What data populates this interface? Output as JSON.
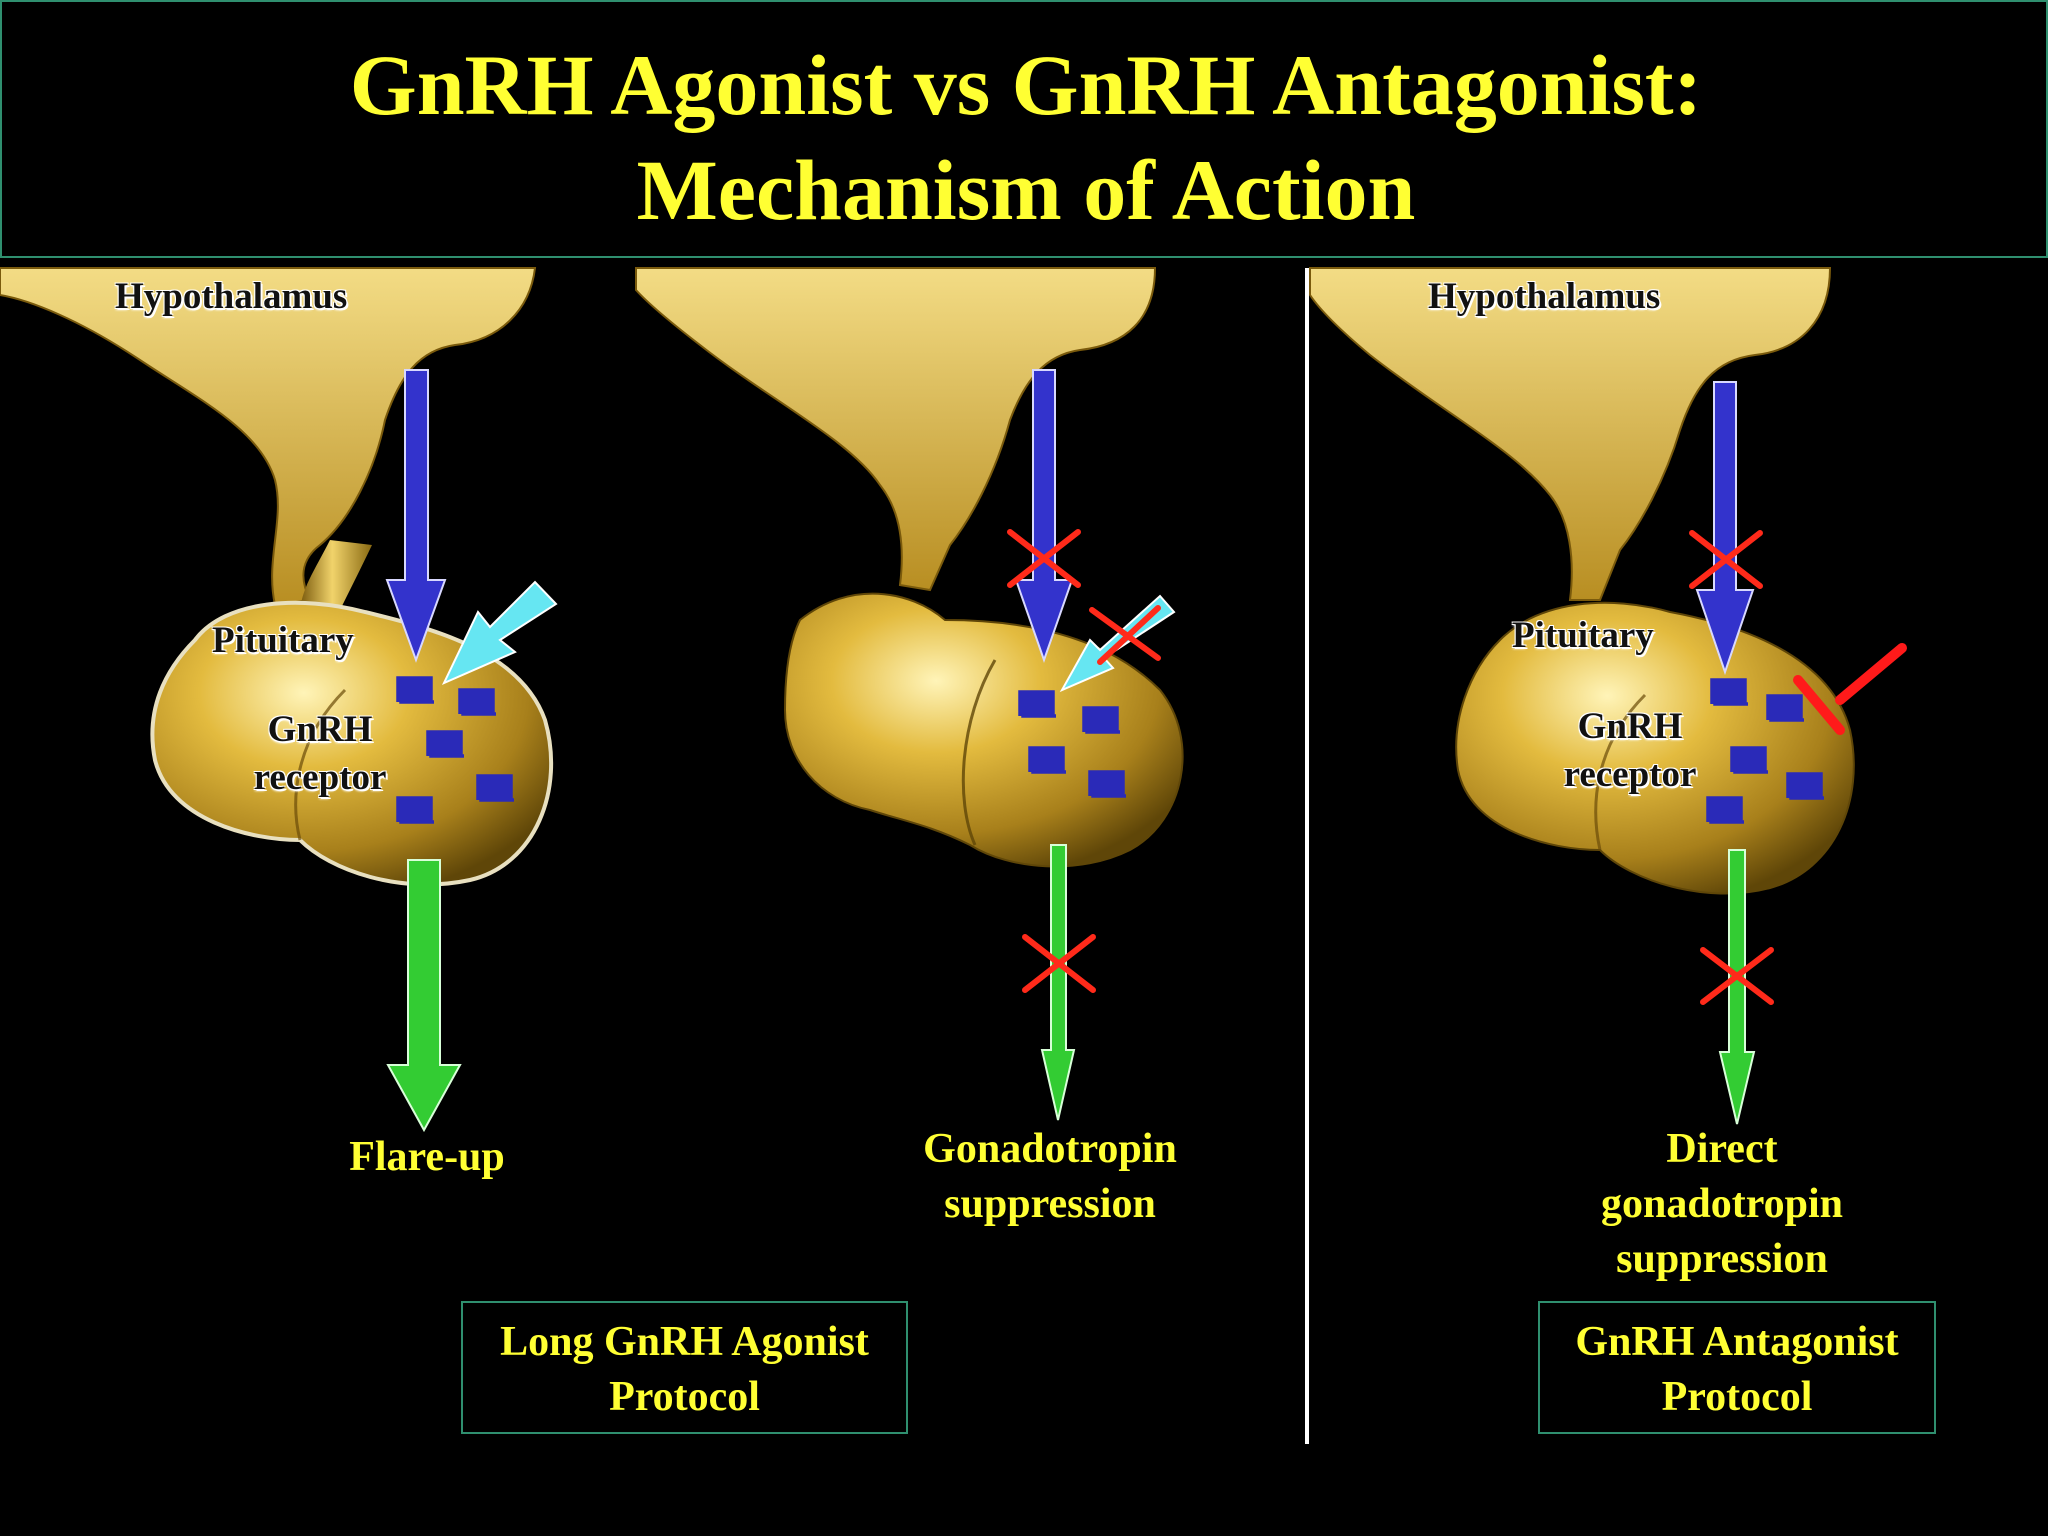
{
  "title": {
    "line1": "GnRH Agonist vs GnRH Antagonist:",
    "line2": "Mechanism of Action"
  },
  "panels": [
    {
      "hypothalamus_label": "Hypothalamus",
      "pituitary_label": "Pituitary",
      "receptor_label_line1": "GnRH",
      "receptor_label_line2": "receptor",
      "outcome_line1": "Flare-up"
    },
    {
      "outcome_line1": "Gonadotropin",
      "outcome_line2": "suppression"
    },
    {
      "hypothalamus_label": "Hypothalamus",
      "pituitary_label": "Pituitary",
      "receptor_label_line1": "GnRH",
      "receptor_label_line2": "receptor",
      "outcome_line1": "Direct",
      "outcome_line2": "gonadotropin",
      "outcome_line3": "suppression"
    }
  ],
  "protocols": {
    "agonist_line1": "Long GnRH Agonist",
    "agonist_line2": "Protocol",
    "antagonist_line1": "GnRH Antagonist",
    "antagonist_line2": "Protocol"
  },
  "colors": {
    "title_text": "#ffff33",
    "gnrh_arrow": "#3333cc",
    "agonist_arrow": "#66e6f2",
    "gonadotropin_arrow": "#33cc33",
    "block_mark": "#ff2a1a",
    "gland": "#c9a227",
    "box_border": "#2f8f6f"
  }
}
